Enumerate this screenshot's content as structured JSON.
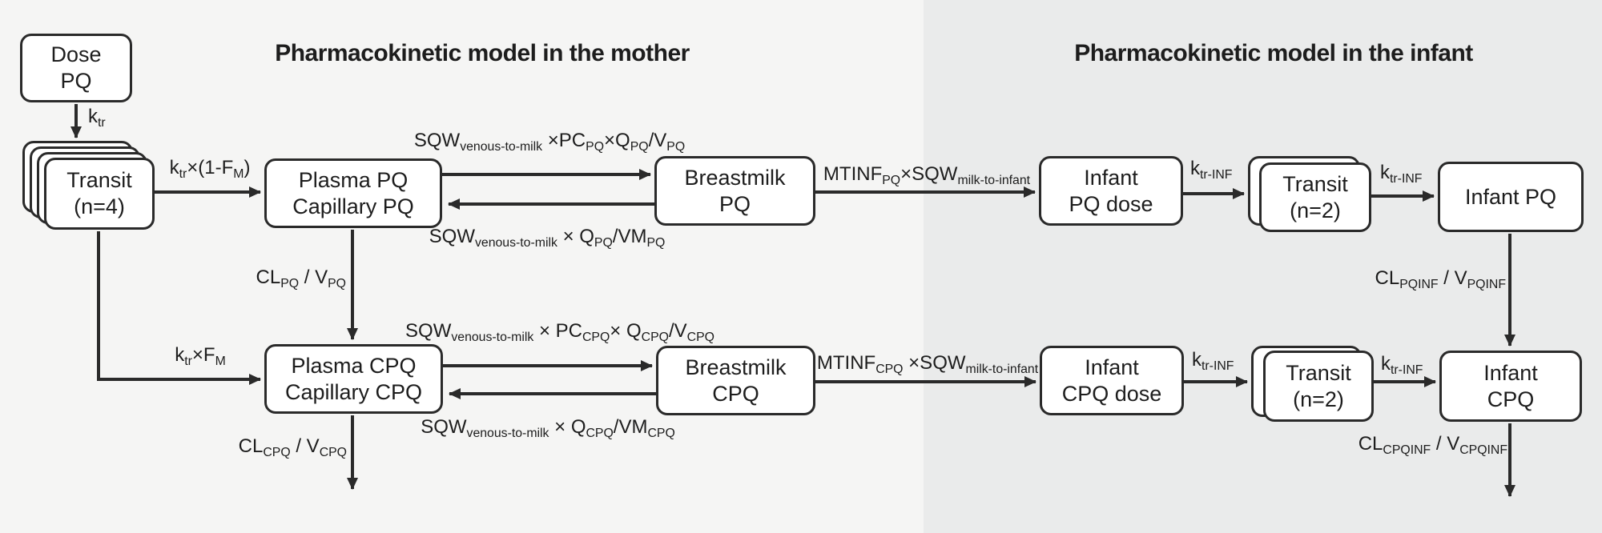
{
  "panels": {
    "mother": {
      "title": "Pharmacokinetic model in the mother",
      "background": "#f5f5f4"
    },
    "infant": {
      "title": "Pharmacokinetic model in the infant",
      "background": "#eaebeb"
    }
  },
  "colors": {
    "line": "#2a2a2a",
    "box_fill": "#ffffff",
    "text": "#1d1d1d"
  },
  "boxes": {
    "dose_pq": {
      "lines": [
        "Dose",
        "PQ"
      ]
    },
    "transit_mother": {
      "lines": [
        "Transit",
        "(n=4)"
      ],
      "stack_count": 4
    },
    "plasma_pq": {
      "lines": [
        "Plasma PQ",
        "Capillary PQ"
      ]
    },
    "breastmilk_pq": {
      "lines": [
        "Breastmilk",
        "PQ"
      ]
    },
    "infant_pq_dose": {
      "lines": [
        "Infant",
        "PQ dose"
      ]
    },
    "transit_infant_pq": {
      "lines": [
        "Transit",
        "(n=2)"
      ],
      "stack_count": 2
    },
    "infant_pq": {
      "lines": [
        "Infant PQ"
      ]
    },
    "plasma_cpq": {
      "lines": [
        "Plasma CPQ",
        "Capillary CPQ"
      ]
    },
    "breastmilk_cpq": {
      "lines": [
        "Breastmilk",
        "CPQ"
      ]
    },
    "infant_cpq_dose": {
      "lines": [
        "Infant",
        "CPQ dose"
      ]
    },
    "transit_infant_cpq": {
      "lines": [
        "Transit",
        "(n=2)"
      ],
      "stack_count": 2
    },
    "infant_cpq": {
      "lines": [
        "Infant",
        "CPQ"
      ]
    }
  },
  "rate_labels": {
    "k_tr": [
      [
        "t",
        "k"
      ],
      [
        "s",
        "tr"
      ]
    ],
    "k_tr_1_fm": [
      [
        "t",
        "k"
      ],
      [
        "s",
        "tr"
      ],
      [
        "t",
        "×(1-F"
      ],
      [
        "s",
        "M"
      ],
      [
        "t",
        ")"
      ]
    ],
    "k_tr_fm": [
      [
        "t",
        "k"
      ],
      [
        "s",
        "tr"
      ],
      [
        "t",
        "×F"
      ],
      [
        "s",
        "M"
      ]
    ],
    "k_tr_inf": [
      [
        "t",
        "k"
      ],
      [
        "s",
        "tr-INF"
      ]
    ],
    "sqw_pc_pq": [
      [
        "t",
        "SQW"
      ],
      [
        "s",
        "venous-to-milk"
      ],
      [
        "t",
        " ×PC"
      ],
      [
        "s",
        "PQ"
      ],
      [
        "t",
        "×Q"
      ],
      [
        "s",
        "PQ"
      ],
      [
        "t",
        "/V"
      ],
      [
        "s",
        "PQ"
      ]
    ],
    "sqw_q_vm_pq": [
      [
        "t",
        "SQW"
      ],
      [
        "s",
        "venous-to-milk"
      ],
      [
        "t",
        " × Q"
      ],
      [
        "s",
        "PQ"
      ],
      [
        "t",
        "/VM"
      ],
      [
        "s",
        "PQ"
      ]
    ],
    "mtinf_pq": [
      [
        "t",
        "MTINF"
      ],
      [
        "s",
        "PQ"
      ],
      [
        "t",
        "×SQW"
      ],
      [
        "s",
        "milk-to-infant"
      ]
    ],
    "sqw_pc_cpq": [
      [
        "t",
        "SQW"
      ],
      [
        "s",
        "venous-to-milk"
      ],
      [
        "t",
        " × PC"
      ],
      [
        "s",
        "CPQ"
      ],
      [
        "t",
        "× Q"
      ],
      [
        "s",
        "CPQ"
      ],
      [
        "t",
        "/V"
      ],
      [
        "s",
        "CPQ"
      ]
    ],
    "sqw_q_vm_cpq": [
      [
        "t",
        "SQW"
      ],
      [
        "s",
        "venous-to-milk"
      ],
      [
        "t",
        " × Q"
      ],
      [
        "s",
        "CPQ"
      ],
      [
        "t",
        "/VM"
      ],
      [
        "s",
        "CPQ"
      ]
    ],
    "mtinf_cpq": [
      [
        "t",
        "MTINF"
      ],
      [
        "s",
        "CPQ"
      ],
      [
        "t",
        " ×SQW"
      ],
      [
        "s",
        "milk-to-infant"
      ]
    ],
    "cl_pq": [
      [
        "t",
        "CL"
      ],
      [
        "s",
        "PQ"
      ],
      [
        "t",
        " / V"
      ],
      [
        "s",
        "PQ"
      ]
    ],
    "cl_cpq": [
      [
        "t",
        "CL"
      ],
      [
        "s",
        "CPQ"
      ],
      [
        "t",
        " / V"
      ],
      [
        "s",
        "CPQ"
      ]
    ],
    "cl_pqinf": [
      [
        "t",
        "CL"
      ],
      [
        "s",
        "PQINF"
      ],
      [
        "t",
        " / V"
      ],
      [
        "s",
        "PQINF"
      ]
    ],
    "cl_cpqinf": [
      [
        "t",
        "CL"
      ],
      [
        "s",
        "CPQINF"
      ],
      [
        "t",
        " / V"
      ],
      [
        "s",
        "CPQINF"
      ]
    ]
  }
}
